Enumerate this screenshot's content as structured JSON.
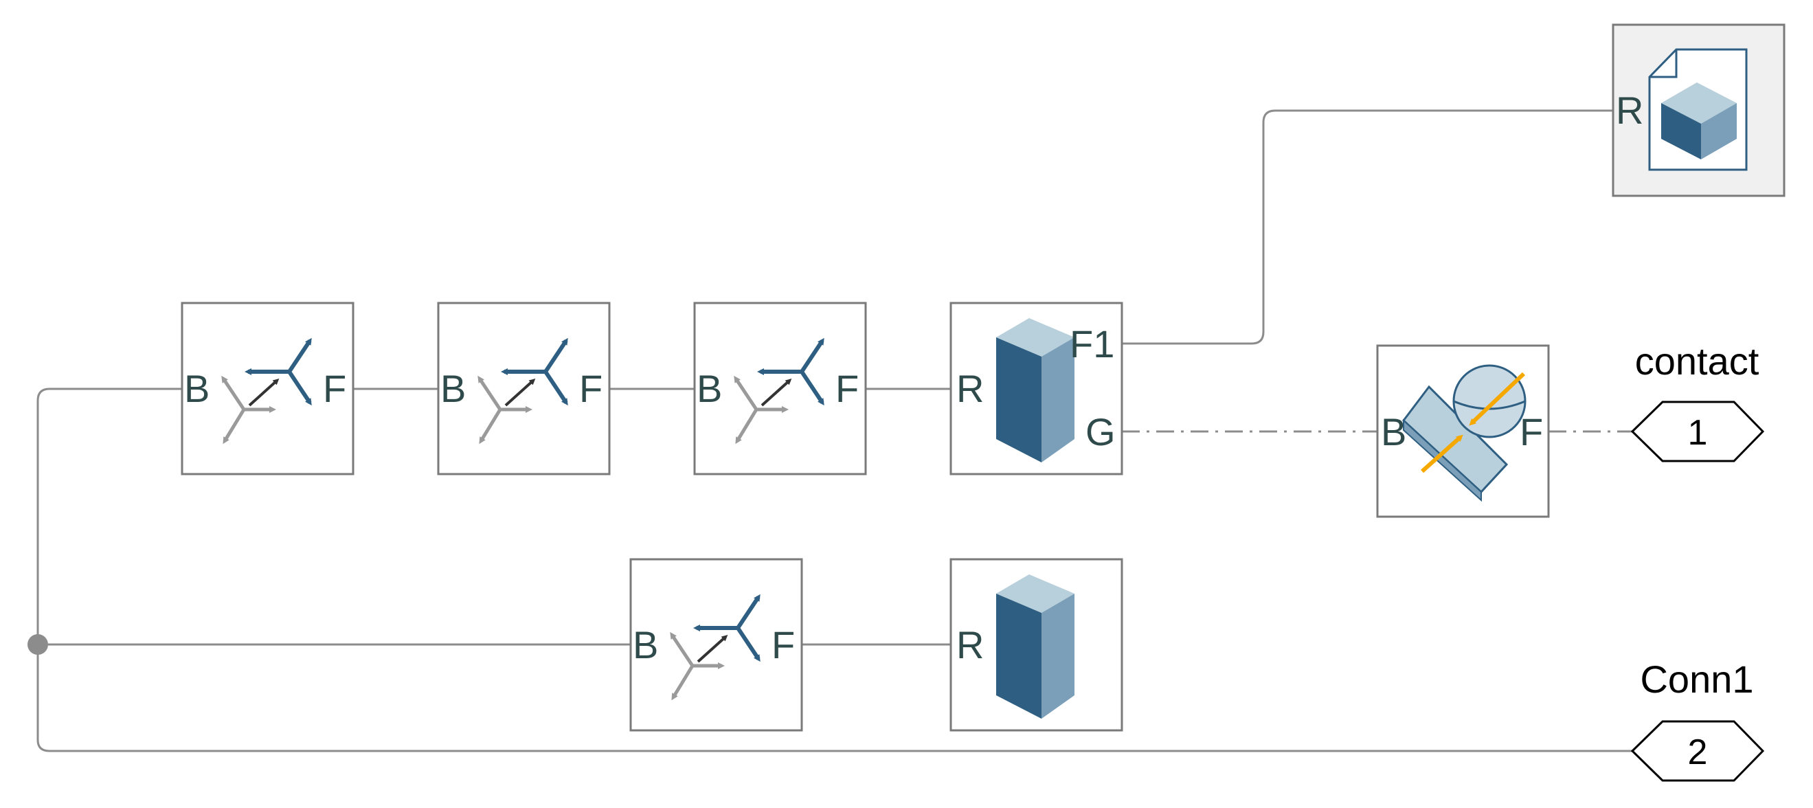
{
  "ports": {
    "base": "B",
    "follower": "F",
    "reference": "R",
    "frame1": "F1",
    "geometry": "G"
  },
  "outports": {
    "contact": {
      "label": "contact",
      "number": "1"
    },
    "conn1": {
      "label": "Conn1",
      "number": "2"
    }
  },
  "colors": {
    "frame_axis": "#2e5f82",
    "frame_axis_grey": "#9a9a9a",
    "solid_dark": "#2e5f82",
    "solid_mid": "#7b9fb8",
    "solid_light": "#b8cfdc",
    "force_arrow": "#f5a800"
  },
  "blocks": [
    {
      "id": "transform-1",
      "kind": "rigid-transform-icon"
    },
    {
      "id": "transform-2",
      "kind": "rigid-transform-icon"
    },
    {
      "id": "transform-3",
      "kind": "rigid-transform-icon"
    },
    {
      "id": "brick-solid-1",
      "kind": "solid-icon"
    },
    {
      "id": "file-solid",
      "kind": "file-solid-icon"
    },
    {
      "id": "contact-force",
      "kind": "contact-force-icon"
    },
    {
      "id": "transform-4",
      "kind": "rigid-transform-icon"
    },
    {
      "id": "brick-solid-2",
      "kind": "solid-icon"
    }
  ]
}
